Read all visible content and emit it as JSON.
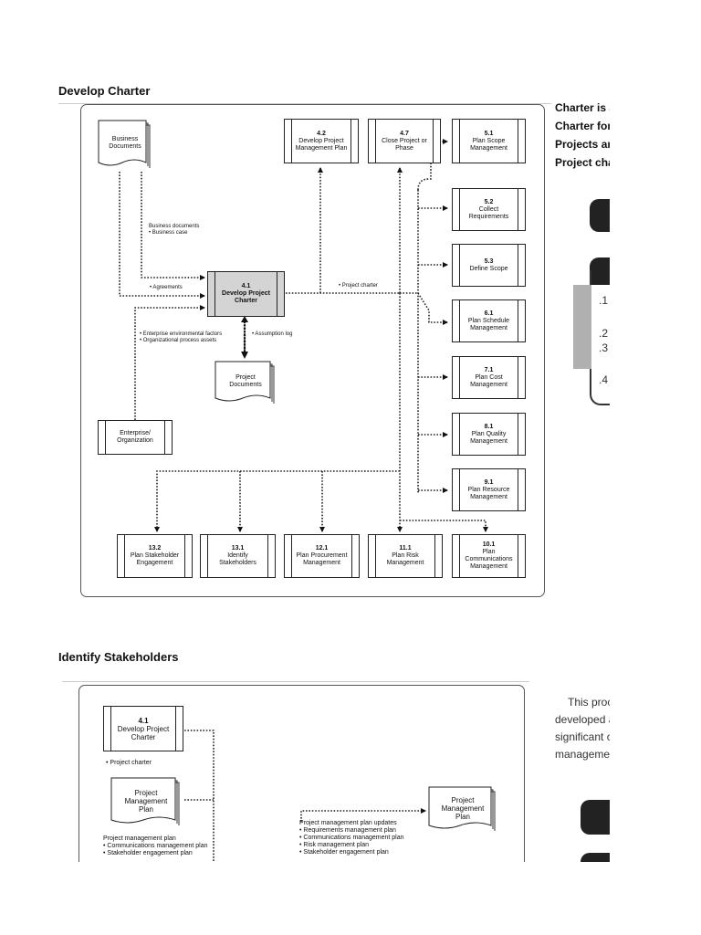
{
  "section1": {
    "heading": "Develop Charter",
    "processes": {
      "p41": {
        "num": "4.1",
        "name": "Develop Project Charter"
      },
      "p42": {
        "num": "4.2",
        "name": "Develop Project Management Plan"
      },
      "p47": {
        "num": "4.7",
        "name": "Close Project or Phase"
      },
      "p51": {
        "num": "5.1",
        "name": "Plan Scope Management"
      },
      "p52": {
        "num": "5.2",
        "name": "Collect Requirements"
      },
      "p53": {
        "num": "5.3",
        "name": "Define Scope"
      },
      "p61": {
        "num": "6.1",
        "name": "Plan Schedule Management"
      },
      "p71": {
        "num": "7.1",
        "name": "Plan Cost Management"
      },
      "p81": {
        "num": "8.1",
        "name": "Plan Quality Management"
      },
      "p91": {
        "num": "9.1",
        "name": "Plan Resource Management"
      },
      "p132": {
        "num": "13.2",
        "name": "Plan Stakeholder Engagement"
      },
      "p131": {
        "num": "13.1",
        "name": "Identify Stakeholders"
      },
      "p121": {
        "num": "12.1",
        "name": "Plan Procurement Management"
      },
      "p111": {
        "num": "11.1",
        "name": "Plan Risk Management"
      },
      "p101": {
        "num": "10.1",
        "name": "Plan Communications Management"
      },
      "enterprise": {
        "name": "Enterprise/ Organization"
      }
    },
    "docs": {
      "business": "Business Documents",
      "projdocs": "Project Documents"
    },
    "labels": {
      "business_docs": "Business documents",
      "business_case": "• Business case",
      "agreements": "• Agreements",
      "eef": "• Enterprise environmental factors",
      "opa": "• Organizational process assets",
      "assumption": "• Assumption log",
      "charter": "• Project charter"
    },
    "side_lines": [
      "Charter is a",
      "Charter for",
      "Projects ar",
      "Project cha"
    ],
    "panel_items": [
      ".1",
      ".2",
      ".3",
      ".4"
    ]
  },
  "section2": {
    "heading": "Identify Stakeholders",
    "p41": {
      "num": "4.1",
      "name": "Develop Project Charter"
    },
    "doc_pmp": "Project Management Plan",
    "doc_pmp2": "Project Management Plan",
    "label_charter": "• Project charter",
    "pmp_list": [
      "Project management plan",
      "• Communications management plan",
      "• Stakeholder engagement plan"
    ],
    "updates_list": [
      "Project management plan updates",
      "• Requirements management plan",
      "• Communications management plan",
      "• Risk management plan",
      "• Stakeholder engagement plan"
    ],
    "side_lines": [
      "This proc",
      "developed a",
      "significant c",
      "manageme"
    ]
  }
}
